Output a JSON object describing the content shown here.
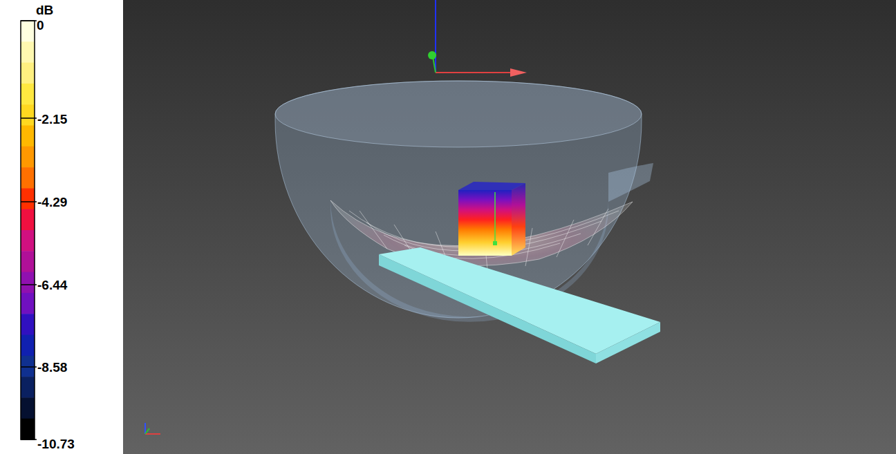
{
  "diagram": {
    "labels": [
      "dB",
      "0",
      "-2.15",
      "-4.29",
      "-6.44",
      "-8.58",
      "-10.73"
    ]
  }
}
